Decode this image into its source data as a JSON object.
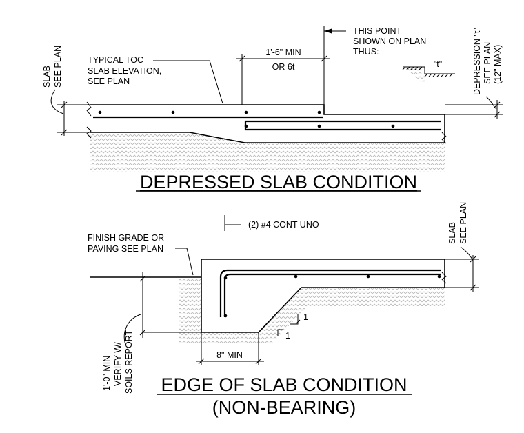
{
  "top_detail": {
    "title": "DEPRESSED SLAB CONDITION",
    "slab_label": [
      "SLAB",
      "SEE PLAN"
    ],
    "toc_label": [
      "TYPICAL TOC",
      "SLAB ELEVATION,",
      "SEE PLAN"
    ],
    "dim_top": "1'-6\" MIN",
    "dim_bottom": "OR 6t",
    "point_label": [
      "THIS POINT",
      "SHOWN ON PLAN",
      "THUS:"
    ],
    "t_symbol": "\"t\"",
    "depression_label": [
      "DEPRESSION \"t\"",
      "SEE PLAN",
      "(12\" MAX)"
    ]
  },
  "bottom_detail": {
    "title": "EDGE OF SLAB CONDITION",
    "subtitle": "(NON-BEARING)",
    "bar_label": "(2) #4 CONT UNO",
    "grade_label": [
      "FINISH GRADE OR",
      "PAVING SEE PLAN"
    ],
    "slab_label": [
      "SLAB",
      "SEE PLAN"
    ],
    "slope_v": "1",
    "slope_h": "1",
    "min_width": "8\" MIN",
    "depth_label": [
      "1'-0\" MIN",
      "VERIFY W/",
      "SOILS REPORT"
    ]
  }
}
